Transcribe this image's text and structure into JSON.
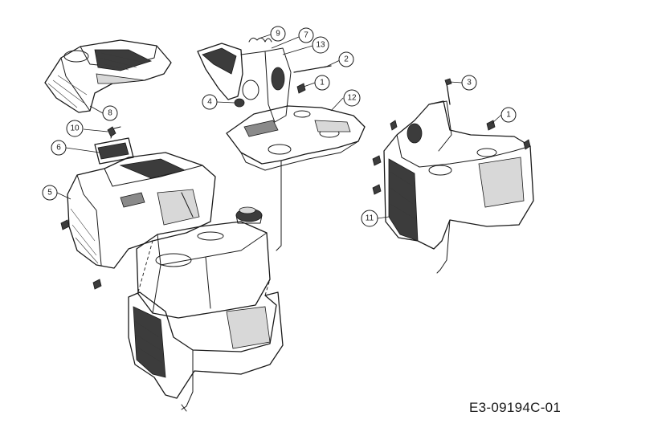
{
  "drawing_code": "E3-09194C-01",
  "callouts": [
    "9",
    "7",
    "13",
    "2",
    "1",
    "4",
    "12",
    "8",
    "10",
    "6",
    "5",
    "3",
    "1",
    "11"
  ]
}
